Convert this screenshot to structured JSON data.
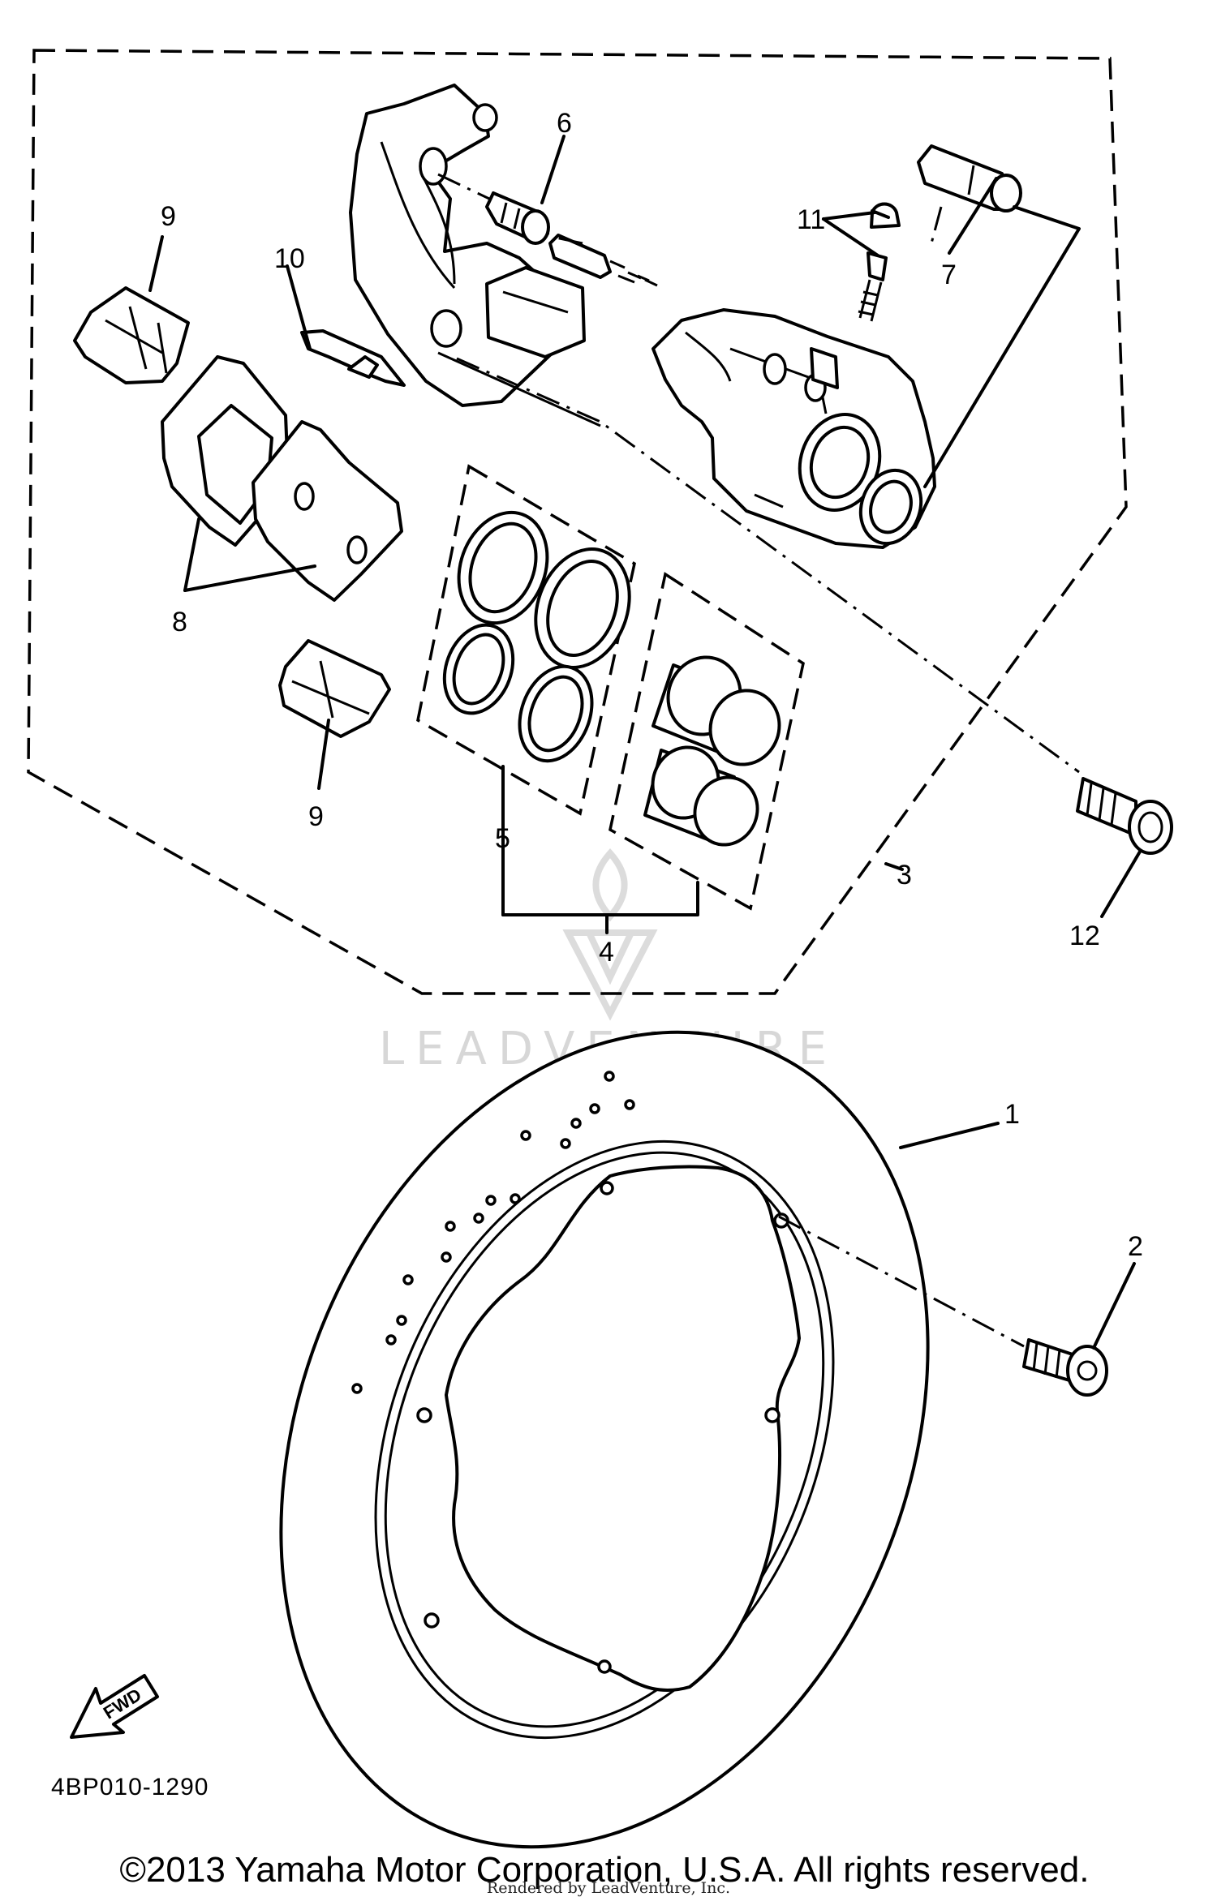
{
  "diagram": {
    "callouts": [
      {
        "id": "1",
        "label": "1"
      },
      {
        "id": "2",
        "label": "2"
      },
      {
        "id": "3",
        "label": "3"
      },
      {
        "id": "4",
        "label": "4"
      },
      {
        "id": "5",
        "label": "5"
      },
      {
        "id": "6",
        "label": "6"
      },
      {
        "id": "7",
        "label": "7"
      },
      {
        "id": "8",
        "label": "8"
      },
      {
        "id": "9a",
        "label": "9"
      },
      {
        "id": "9b",
        "label": "9"
      },
      {
        "id": "10",
        "label": "10"
      },
      {
        "id": "11",
        "label": "11"
      },
      {
        "id": "12",
        "label": "12"
      }
    ],
    "diagram_code": "4BP010-1290",
    "direction_label": "FWD",
    "watermark_text": "LEADVENTURE",
    "copyright": "©2013 Yamaha Motor Corporation, U.S.A. All rights reserved.",
    "rendered_by": "Rendered by LeadVenture, Inc."
  }
}
